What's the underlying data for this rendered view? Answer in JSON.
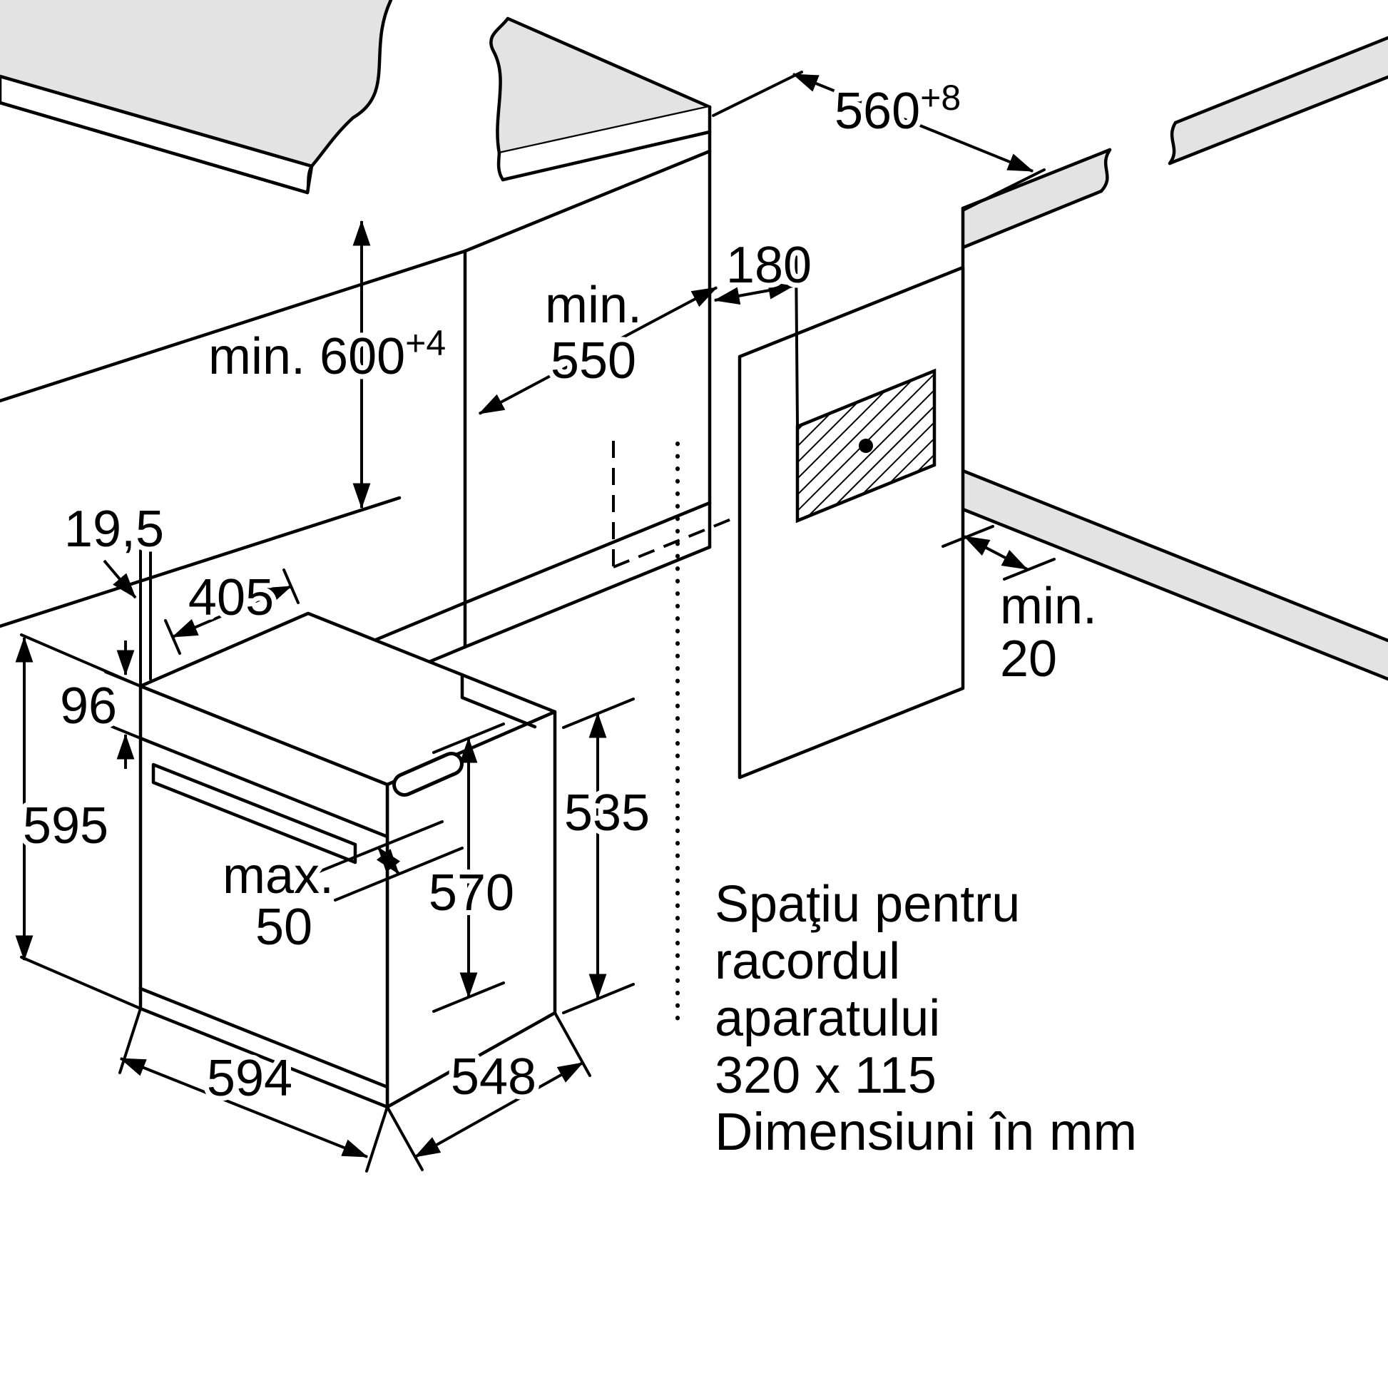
{
  "title": "Built-in oven installation diagram",
  "units_note": "Dimensiuni în mm",
  "colors": {
    "line": "#000000",
    "surface_gray": "#e3e3e3",
    "background": "#ffffff"
  },
  "dimensions": {
    "niche_width": {
      "value": "560",
      "sup": "+8"
    },
    "niche_height_prefix": "min. 600",
    "niche_height_sup": "+4",
    "niche_depth_line1": "min.",
    "niche_depth_line2": "550",
    "connection_offset": "180",
    "rear_gap_line1": "min.",
    "rear_gap_line2": "20",
    "front_overhang": "19,5",
    "top_depth": "405",
    "control_panel_height": "96",
    "oven_height": "595",
    "handle_line1": "max.",
    "handle_line2": "50",
    "inner_height": "570",
    "rear_height": "535",
    "oven_width": "594",
    "oven_depth": "548"
  },
  "note": {
    "line1": "Spaţiu pentru",
    "line2": "racordul",
    "line3": "aparatului",
    "line4": "320 x 115"
  }
}
